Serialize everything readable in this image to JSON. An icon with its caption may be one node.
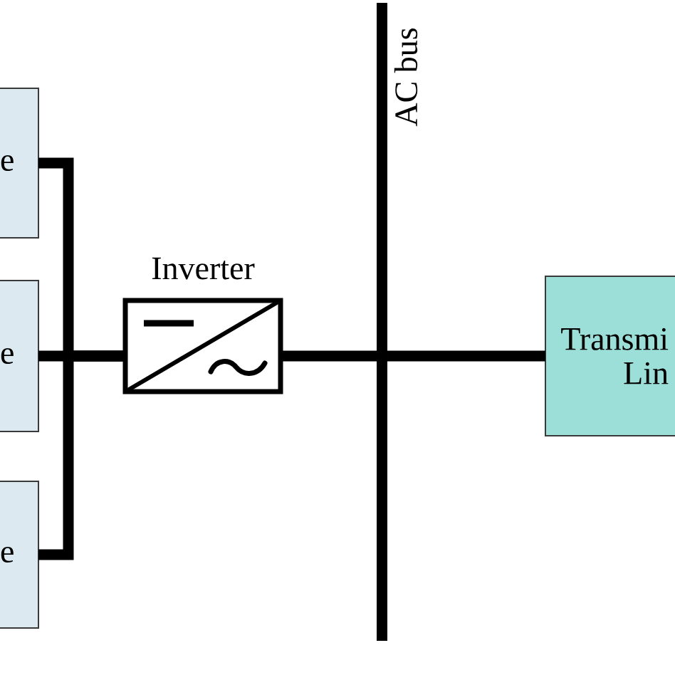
{
  "diagram": {
    "nodes": [
      {
        "text": [
          "e"
        ]
      },
      {
        "text": [
          "e"
        ]
      },
      {
        "text": [
          "e"
        ]
      },
      {
        "text": [
          "Inverter"
        ]
      },
      {
        "text": [],
        "shape": "bar",
        "beside": [
          "AC bus"
        ]
      },
      {
        "text": [
          "Transmi Lin"
        ]
      }
    ],
    "edges": [
      {
        "from": 0,
        "to": 3,
        "arrow": "none"
      },
      {
        "from": 1,
        "to": 3,
        "arrow": "none"
      },
      {
        "from": 2,
        "to": 3,
        "arrow": "none"
      },
      {
        "from": 3,
        "to": 4,
        "arrow": "none"
      },
      {
        "from": 4,
        "to": 5,
        "arrow": "none"
      }
    ]
  }
}
